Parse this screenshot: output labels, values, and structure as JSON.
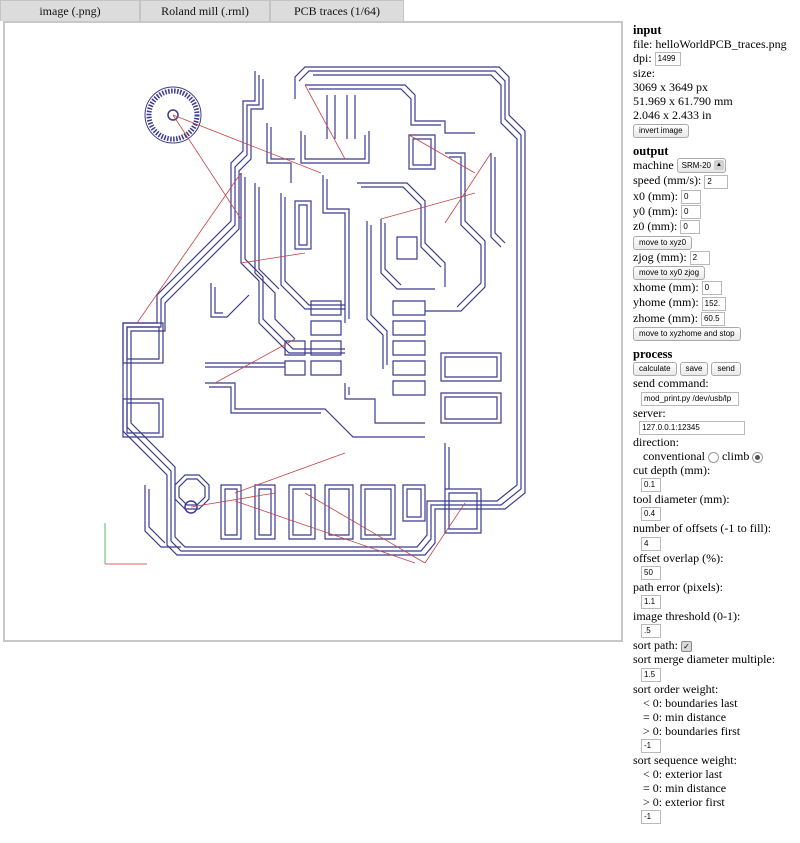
{
  "tabs": [
    "image (.png)",
    "Roland mill (.rml)",
    "PCB traces (1/64)"
  ],
  "input": {
    "header": "input",
    "file_label": "file:",
    "file_value": "helloWorldPCB_traces.png",
    "dpi_label": "dpi:",
    "dpi_value": "1499",
    "size_label": "size:",
    "size_px": "3069 x 3649 px",
    "size_mm": "51.969 x 61.790 mm",
    "size_in": "2.046 x 2.433 in",
    "invert_button": "invert image"
  },
  "output": {
    "header": "output",
    "machine_label": "machine",
    "machine_value": "SRM-20",
    "speed_label": "speed (mm/s):",
    "speed_value": "2",
    "x0_label": "x0 (mm):",
    "x0_value": "0",
    "y0_label": "y0 (mm):",
    "y0_value": "0",
    "z0_label": "z0 (mm):",
    "z0_value": "0",
    "move_xyz0_button": "move to xyz0",
    "zjog_label": "zjog (mm):",
    "zjog_value": "2",
    "move_xy0_button": "move to xy0 zjog",
    "xhome_label": "xhome (mm):",
    "xhome_value": "0",
    "yhome_label": "yhome (mm):",
    "yhome_value": "152.",
    "zhome_label": "zhome (mm):",
    "zhome_value": "60.5",
    "move_home_button": "move to xyzhome and stop"
  },
  "process": {
    "header": "process",
    "calculate_button": "calculate",
    "save_button": "save",
    "send_button": "send",
    "send_command_label": "send command:",
    "send_command_value": "mod_print.py /dev/usb/lp",
    "server_label": "server:",
    "server_value": "127.0.0.1:12345",
    "direction_label": "direction:",
    "conventional_label": "conventional",
    "climb_label": "climb",
    "cut_depth_label": "cut depth (mm):",
    "cut_depth_value": "0.1",
    "tool_diameter_label": "tool diameter (mm):",
    "tool_diameter_value": "0.4",
    "offsets_label": "number of offsets (-1 to fill):",
    "offsets_value": "4",
    "overlap_label": "offset overlap (%):",
    "overlap_value": "50",
    "path_error_label": "path error (pixels):",
    "path_error_value": "1.1",
    "threshold_label": "image threshold (0-1):",
    "threshold_value": ".5",
    "sort_path_label": "sort path:",
    "sort_merge_label": "sort merge diameter multiple:",
    "sort_merge_value": "1.5",
    "sort_order_label": "sort order weight:",
    "sort_order_opts": [
      "< 0: boundaries last",
      "= 0: min distance",
      "> 0: boundaries first"
    ],
    "sort_order_value": "-1",
    "sort_seq_label": "sort sequence weight:",
    "sort_seq_opts": [
      "< 0: exterior last",
      "= 0: min distance",
      "> 0: exterior first"
    ],
    "sort_seq_value": "-1"
  },
  "colors": {
    "trace": "#3b3b8f",
    "jump": "#c44444",
    "axis_x": "#cc3333",
    "axis_y": "#33aa33"
  }
}
